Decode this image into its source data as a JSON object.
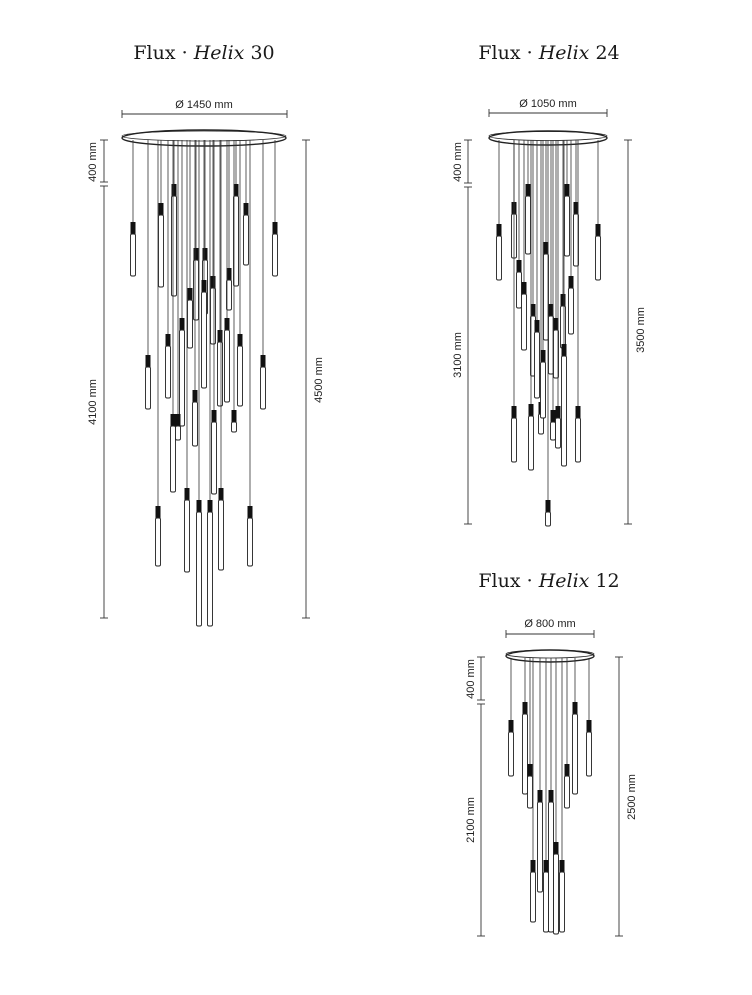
{
  "colors": {
    "ink": "#1a1a1a",
    "line": "#333333",
    "light": "#ffffff"
  },
  "products": [
    {
      "id": "helix-30",
      "title": {
        "brand": "Flux",
        "sep": "·",
        "model": "Helix",
        "count": "30"
      },
      "diameter_label": "Ø 1450 mm",
      "canopy_label": "400 mm",
      "drop_label": "4100 mm",
      "total_label": "4500 mm"
    },
    {
      "id": "helix-24",
      "title": {
        "brand": "Flux",
        "sep": "·",
        "model": "Helix",
        "count": "24"
      },
      "diameter_label": "Ø 1050 mm",
      "canopy_label": "400 mm",
      "drop_label": "3100 mm",
      "total_label": "3500 mm"
    },
    {
      "id": "helix-12",
      "title": {
        "brand": "Flux",
        "sep": "·",
        "model": "Helix",
        "count": "12"
      },
      "diameter_label": "Ø 800 mm",
      "canopy_label": "400 mm",
      "drop_label": "2100 mm",
      "total_label": "2500 mm"
    }
  ]
}
